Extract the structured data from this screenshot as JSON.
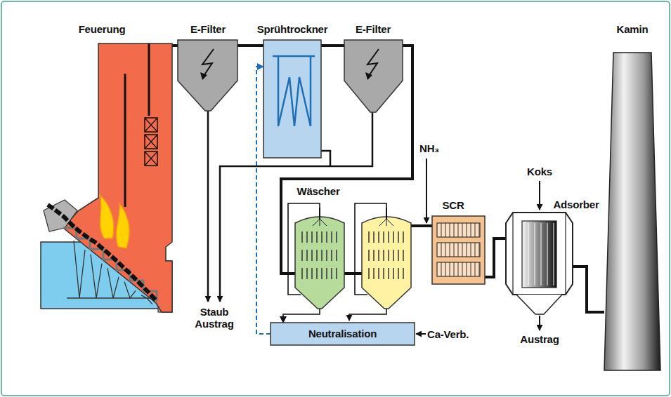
{
  "diagram": {
    "nodes": [
      {
        "text": [
          "Feuerung"
        ]
      },
      {
        "text": [
          "E-Filter"
        ]
      },
      {
        "text": [
          "Sprühtrockner"
        ]
      },
      {
        "text": [
          "E-Filter"
        ]
      },
      {
        "text": [
          "Wäscher"
        ]
      },
      {
        "text": [
          "SCR"
        ]
      },
      {
        "text": [
          "Adsorber"
        ]
      },
      {
        "text": [
          "Kamin"
        ]
      },
      {
        "text": [
          "Neutralisation"
        ]
      }
    ],
    "edges": [
      {
        "from": 0,
        "to": 1,
        "arrow": "none"
      },
      {
        "from": 1,
        "to": 2,
        "arrow": "none"
      },
      {
        "from": 2,
        "to": 3,
        "arrow": "none"
      },
      {
        "from": 3,
        "to": 4,
        "arrow": "none"
      },
      {
        "from": 4,
        "to": 5,
        "arrow": "none"
      },
      {
        "from": 5,
        "to": 6,
        "arrow": "none"
      },
      {
        "from": 6,
        "to": 7,
        "arrow": "none"
      },
      {
        "from": 4,
        "to": 8,
        "arrow": "to"
      },
      {
        "from": 8,
        "to": 2,
        "arrow": "to"
      }
    ],
    "labels": [
      "Staub Austrag",
      "NH₃",
      "Koks",
      "Austrag",
      "Ca-Verb."
    ]
  }
}
